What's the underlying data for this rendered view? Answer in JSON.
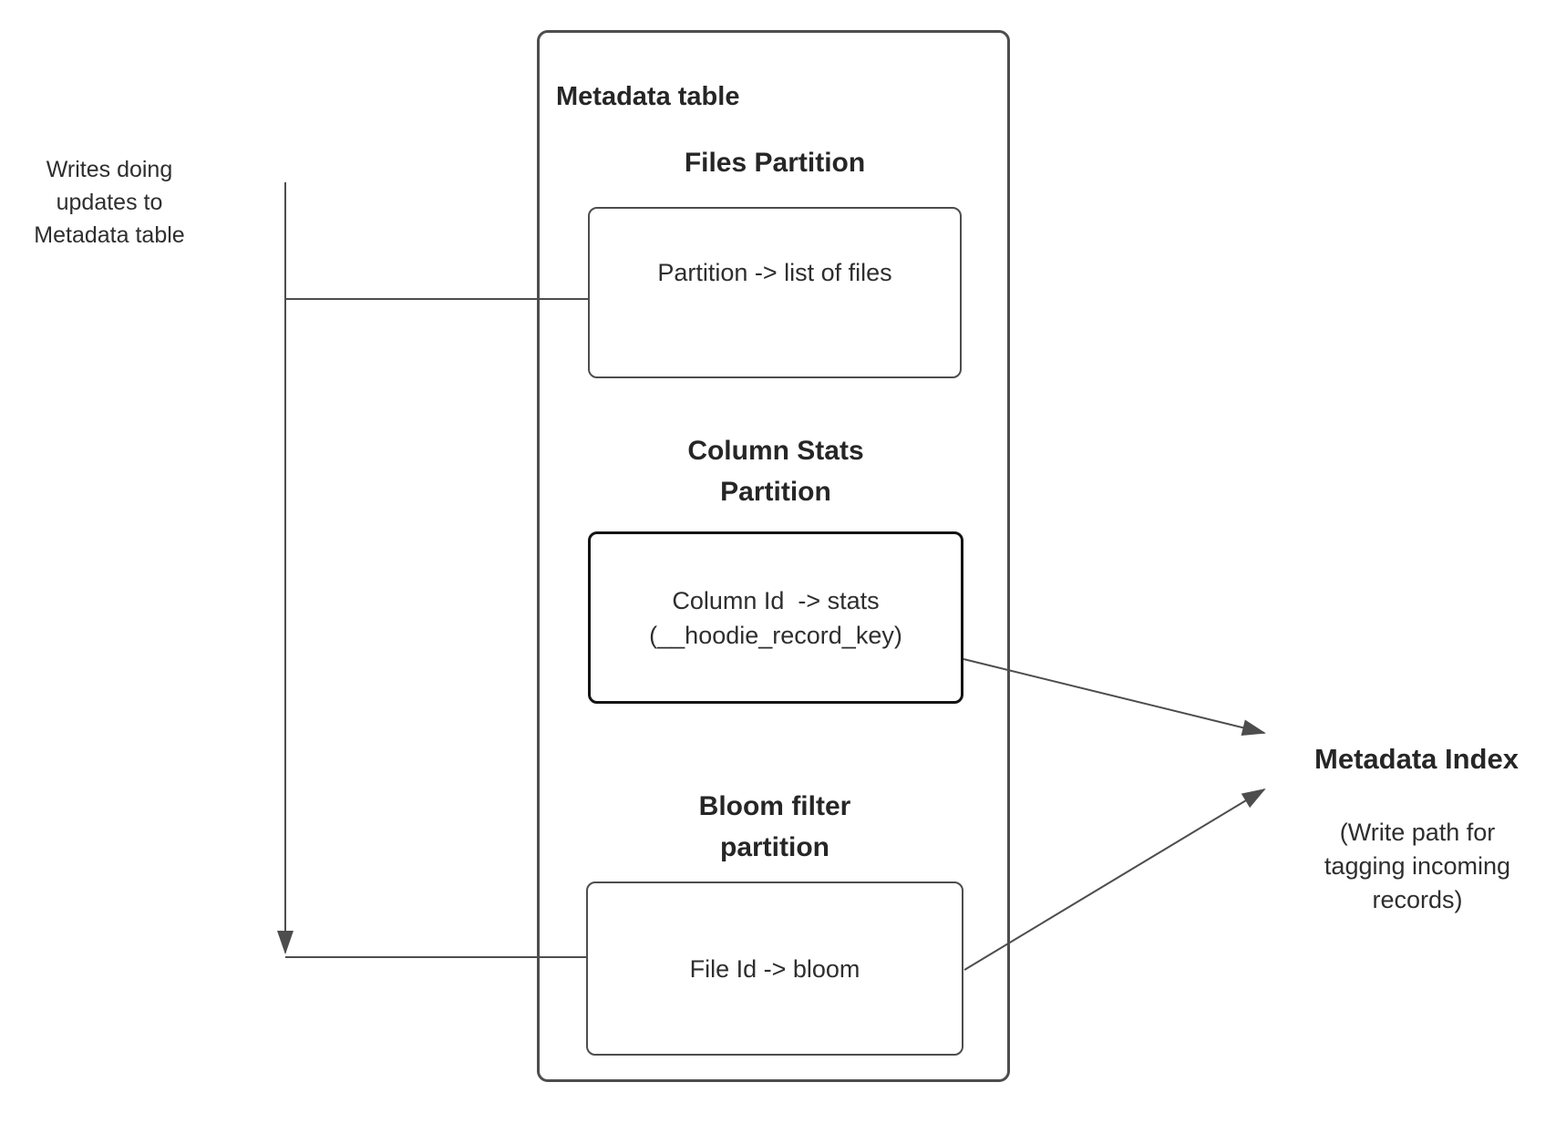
{
  "colors": {
    "background": "#ffffff",
    "box_border": "#4d4d4d",
    "emphasis_border": "#141414",
    "connector": "#4d4d4d",
    "text": "#2e2e2e"
  },
  "left_note": {
    "lines": [
      "Writes doing",
      "updates to",
      "Metadata table"
    ]
  },
  "metadata_table": {
    "title": "Metadata table",
    "files_partition": {
      "heading": "Files Partition",
      "box_text": "Partition -> list of files"
    },
    "column_stats_partition": {
      "heading_lines": [
        "Column Stats",
        "Partition"
      ],
      "box_lines": [
        "Column Id  -> stats",
        "(__hoodie_record_key)"
      ]
    },
    "bloom_filter_partition": {
      "heading_lines": [
        "Bloom filter",
        "partition"
      ],
      "box_text": "File Id -> bloom"
    }
  },
  "metadata_index": {
    "title": "Metadata Index",
    "caption_lines": [
      "(Write path for",
      "tagging incoming",
      "records)"
    ]
  }
}
